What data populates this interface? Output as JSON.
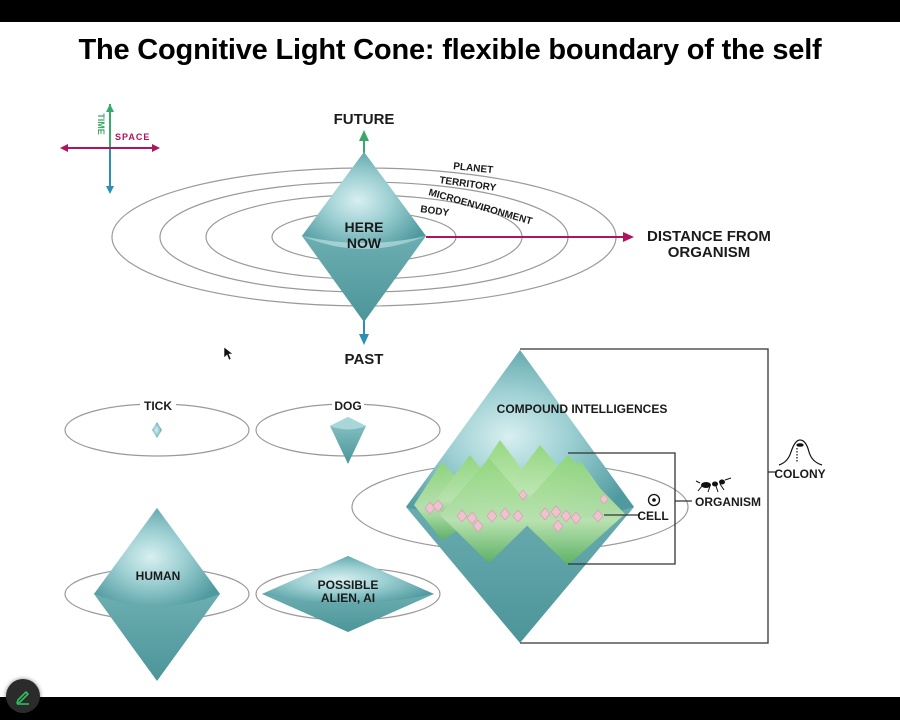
{
  "slide": {
    "title": "The Cognitive Light Cone: flexible boundary of the self"
  },
  "legend": {
    "time_label": "TIME",
    "space_label": "SPACE",
    "time_color": "#3aa86b",
    "space_color": "#b0135f"
  },
  "main_cone": {
    "future_label": "FUTURE",
    "past_label": "PAST",
    "center_label_line1": "HERE",
    "center_label_line2": "NOW",
    "distance_label_line1": "DISTANCE FROM",
    "distance_label_line2": "ORGANISM",
    "rings": [
      "PLANET",
      "TERRITORY",
      "MICROENVIRONMENT",
      "BODY"
    ]
  },
  "examples": {
    "tick": "TICK",
    "dog": "DOG",
    "human": "HUMAN",
    "alien_line1": "POSSIBLE",
    "alien_line2": "ALIEN, AI"
  },
  "compound": {
    "title": "COMPOUND INTELLIGENCES",
    "cell": "CELL",
    "organism": "ORGANISM",
    "colony": "COLONY"
  },
  "colors": {
    "cone_teal": "#5fa9ad",
    "cone_light": "#cde9ea",
    "green": "#6cc35a",
    "pink": "#f0c2cf",
    "ring_gray": "#8a8a8a"
  },
  "toolbar": {
    "pen_tool": "pen-icon"
  }
}
